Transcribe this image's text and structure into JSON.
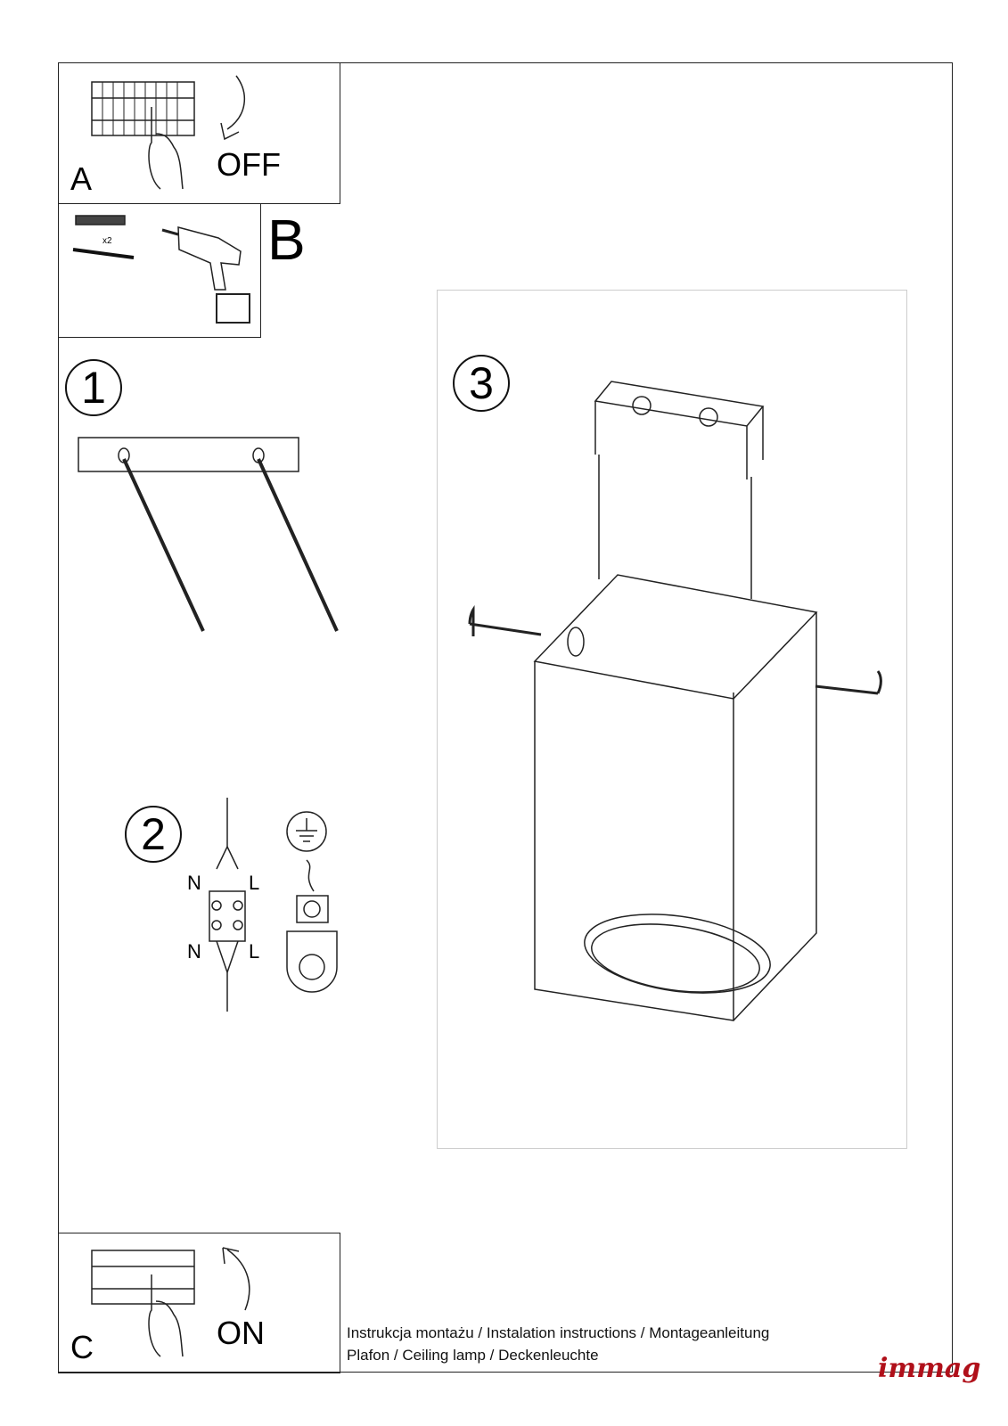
{
  "steps": {
    "a": {
      "letter": "A",
      "action": "OFF"
    },
    "b": {
      "letter": "B",
      "quantity": "x2"
    },
    "c": {
      "letter": "C",
      "action": "ON"
    },
    "step1": "1",
    "step2": {
      "number": "2",
      "neutral_top": "N",
      "live_top": "L",
      "neutral_bottom": "N",
      "live_bottom": "L"
    },
    "step3": "3"
  },
  "footer": {
    "line1": "Instrukcja montażu / Instalation instructions / Montageanleitung",
    "line2": "Plafon / Ceiling lamp / Deckenleuchte"
  },
  "logo": "immag",
  "colors": {
    "logo": "#b0101a",
    "line": "#222222"
  }
}
